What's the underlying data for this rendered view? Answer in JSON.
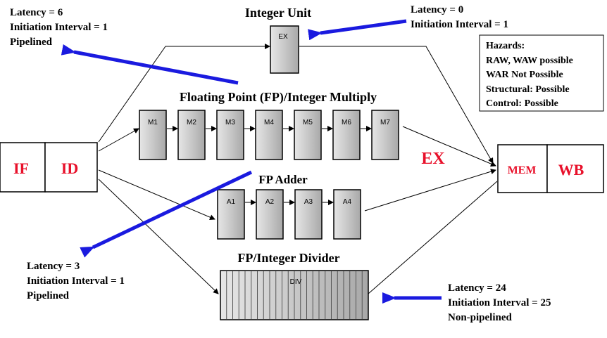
{
  "colors": {
    "accent_red": "#e8102a",
    "arrow_blue": "#1a1adf",
    "stage_fill": "#c8c8c8"
  },
  "integer_unit": {
    "title": "Integer Unit",
    "stage": "EX"
  },
  "fp_multiply": {
    "title": "Floating Point (FP)/Integer Multiply",
    "stages": [
      "M1",
      "M2",
      "M3",
      "M4",
      "M5",
      "M6",
      "M7"
    ]
  },
  "fp_adder": {
    "title": "FP Adder",
    "stages": [
      "A1",
      "A2",
      "A3",
      "A4"
    ]
  },
  "divider": {
    "title": "FP/Integer Divider",
    "stage": "DIV"
  },
  "front": {
    "if_label": "IF",
    "id_label": "ID"
  },
  "back": {
    "mem_label": "MEM",
    "wb_label": "WB"
  },
  "ex_label": "EX",
  "notes": {
    "multiply": [
      "Latency = 6",
      "Initiation Interval = 1",
      "Pipelined"
    ],
    "integer": [
      "Latency = 0",
      "Initiation Interval = 1"
    ],
    "adder": [
      "Latency = 3",
      "Initiation Interval = 1",
      "Pipelined"
    ],
    "divider": [
      "Latency = 24",
      "Initiation Interval = 25",
      "Non-pipelined"
    ]
  },
  "hazards": {
    "title": "Hazards:",
    "lines": [
      "RAW, WAW  possible",
      "WAR  Not Possible",
      "Structural:  Possible",
      "Control:  Possible"
    ]
  }
}
